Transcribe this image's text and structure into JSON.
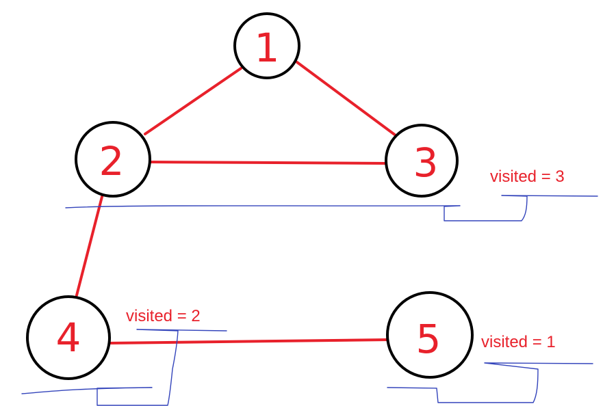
{
  "colors": {
    "edge": "#e8212b",
    "node_stroke": "#000000",
    "label": "#e8212b",
    "bracket": "#3344bb"
  },
  "nodes": [
    {
      "id": "1",
      "label": "1"
    },
    {
      "id": "2",
      "label": "2"
    },
    {
      "id": "3",
      "label": "3"
    },
    {
      "id": "4",
      "label": "4"
    },
    {
      "id": "5",
      "label": "5"
    }
  ],
  "edges": [
    {
      "from": "1",
      "to": "2"
    },
    {
      "from": "1",
      "to": "3"
    },
    {
      "from": "2",
      "to": "3"
    },
    {
      "from": "2",
      "to": "4"
    },
    {
      "from": "4",
      "to": "5"
    }
  ],
  "annotations": {
    "level_1": "visited = 3",
    "level_2": "visited = 2",
    "level_3": "visited = 1"
  }
}
